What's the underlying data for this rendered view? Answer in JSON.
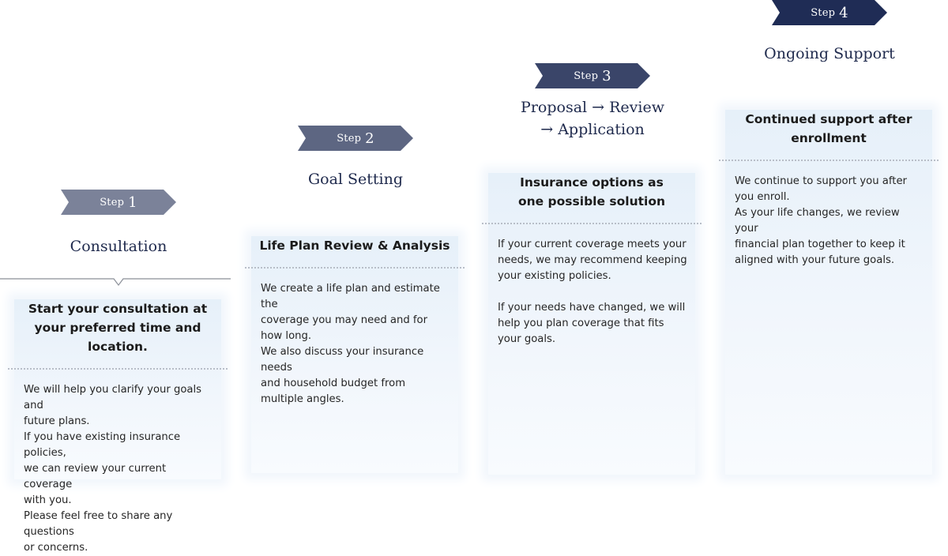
{
  "steps": [
    {
      "badge_word": "Step",
      "badge_num": "1",
      "title_lines": [
        "Consultation"
      ],
      "card_heading_lines": [
        "Start your consultation at",
        "your preferred time and location."
      ],
      "card_body": [
        "We will help you clarify your goals and",
        "future plans.",
        "If you have existing insurance policies,",
        "we can review your current coverage",
        "with you.",
        "Please feel free to share any questions",
        "or concerns."
      ]
    },
    {
      "badge_word": "Step",
      "badge_num": "2",
      "title_lines": [
        "Goal Setting"
      ],
      "card_heading_lines": [
        "Life Plan Review & Analysis"
      ],
      "card_body": [
        "We create a life plan and estimate the",
        "coverage you may need and for",
        "how long.",
        "We also discuss your insurance needs",
        "and household budget from",
        "multiple angles."
      ]
    },
    {
      "badge_word": "Step",
      "badge_num": "3",
      "title_lines": [
        "Proposal → Review",
        "→ Application"
      ],
      "card_heading_lines": [
        "Insurance options as",
        "one possible solution"
      ],
      "card_body": [
        "If your current coverage meets your",
        "needs, we may recommend keeping",
        "your existing policies.",
        "",
        "If your needs have changed, we will",
        "help you plan coverage that fits",
        "your goals."
      ]
    },
    {
      "badge_word": "Step",
      "badge_num": "4",
      "title_lines": [
        "Ongoing Support"
      ],
      "card_heading_lines": [
        "Continued support after",
        "enrollment"
      ],
      "card_body": [
        "We continue to support you after",
        "you enroll.",
        "As your life changes, we review your",
        "financial plan together to keep it",
        "aligned with your future goals."
      ]
    }
  ],
  "colors": {
    "badge_1": "#7b8299",
    "badge_2": "#5d6682",
    "badge_3": "#3a4569",
    "badge_4": "#1f2c55",
    "line": "#8a8f98",
    "title": "#1f2a4d"
  }
}
